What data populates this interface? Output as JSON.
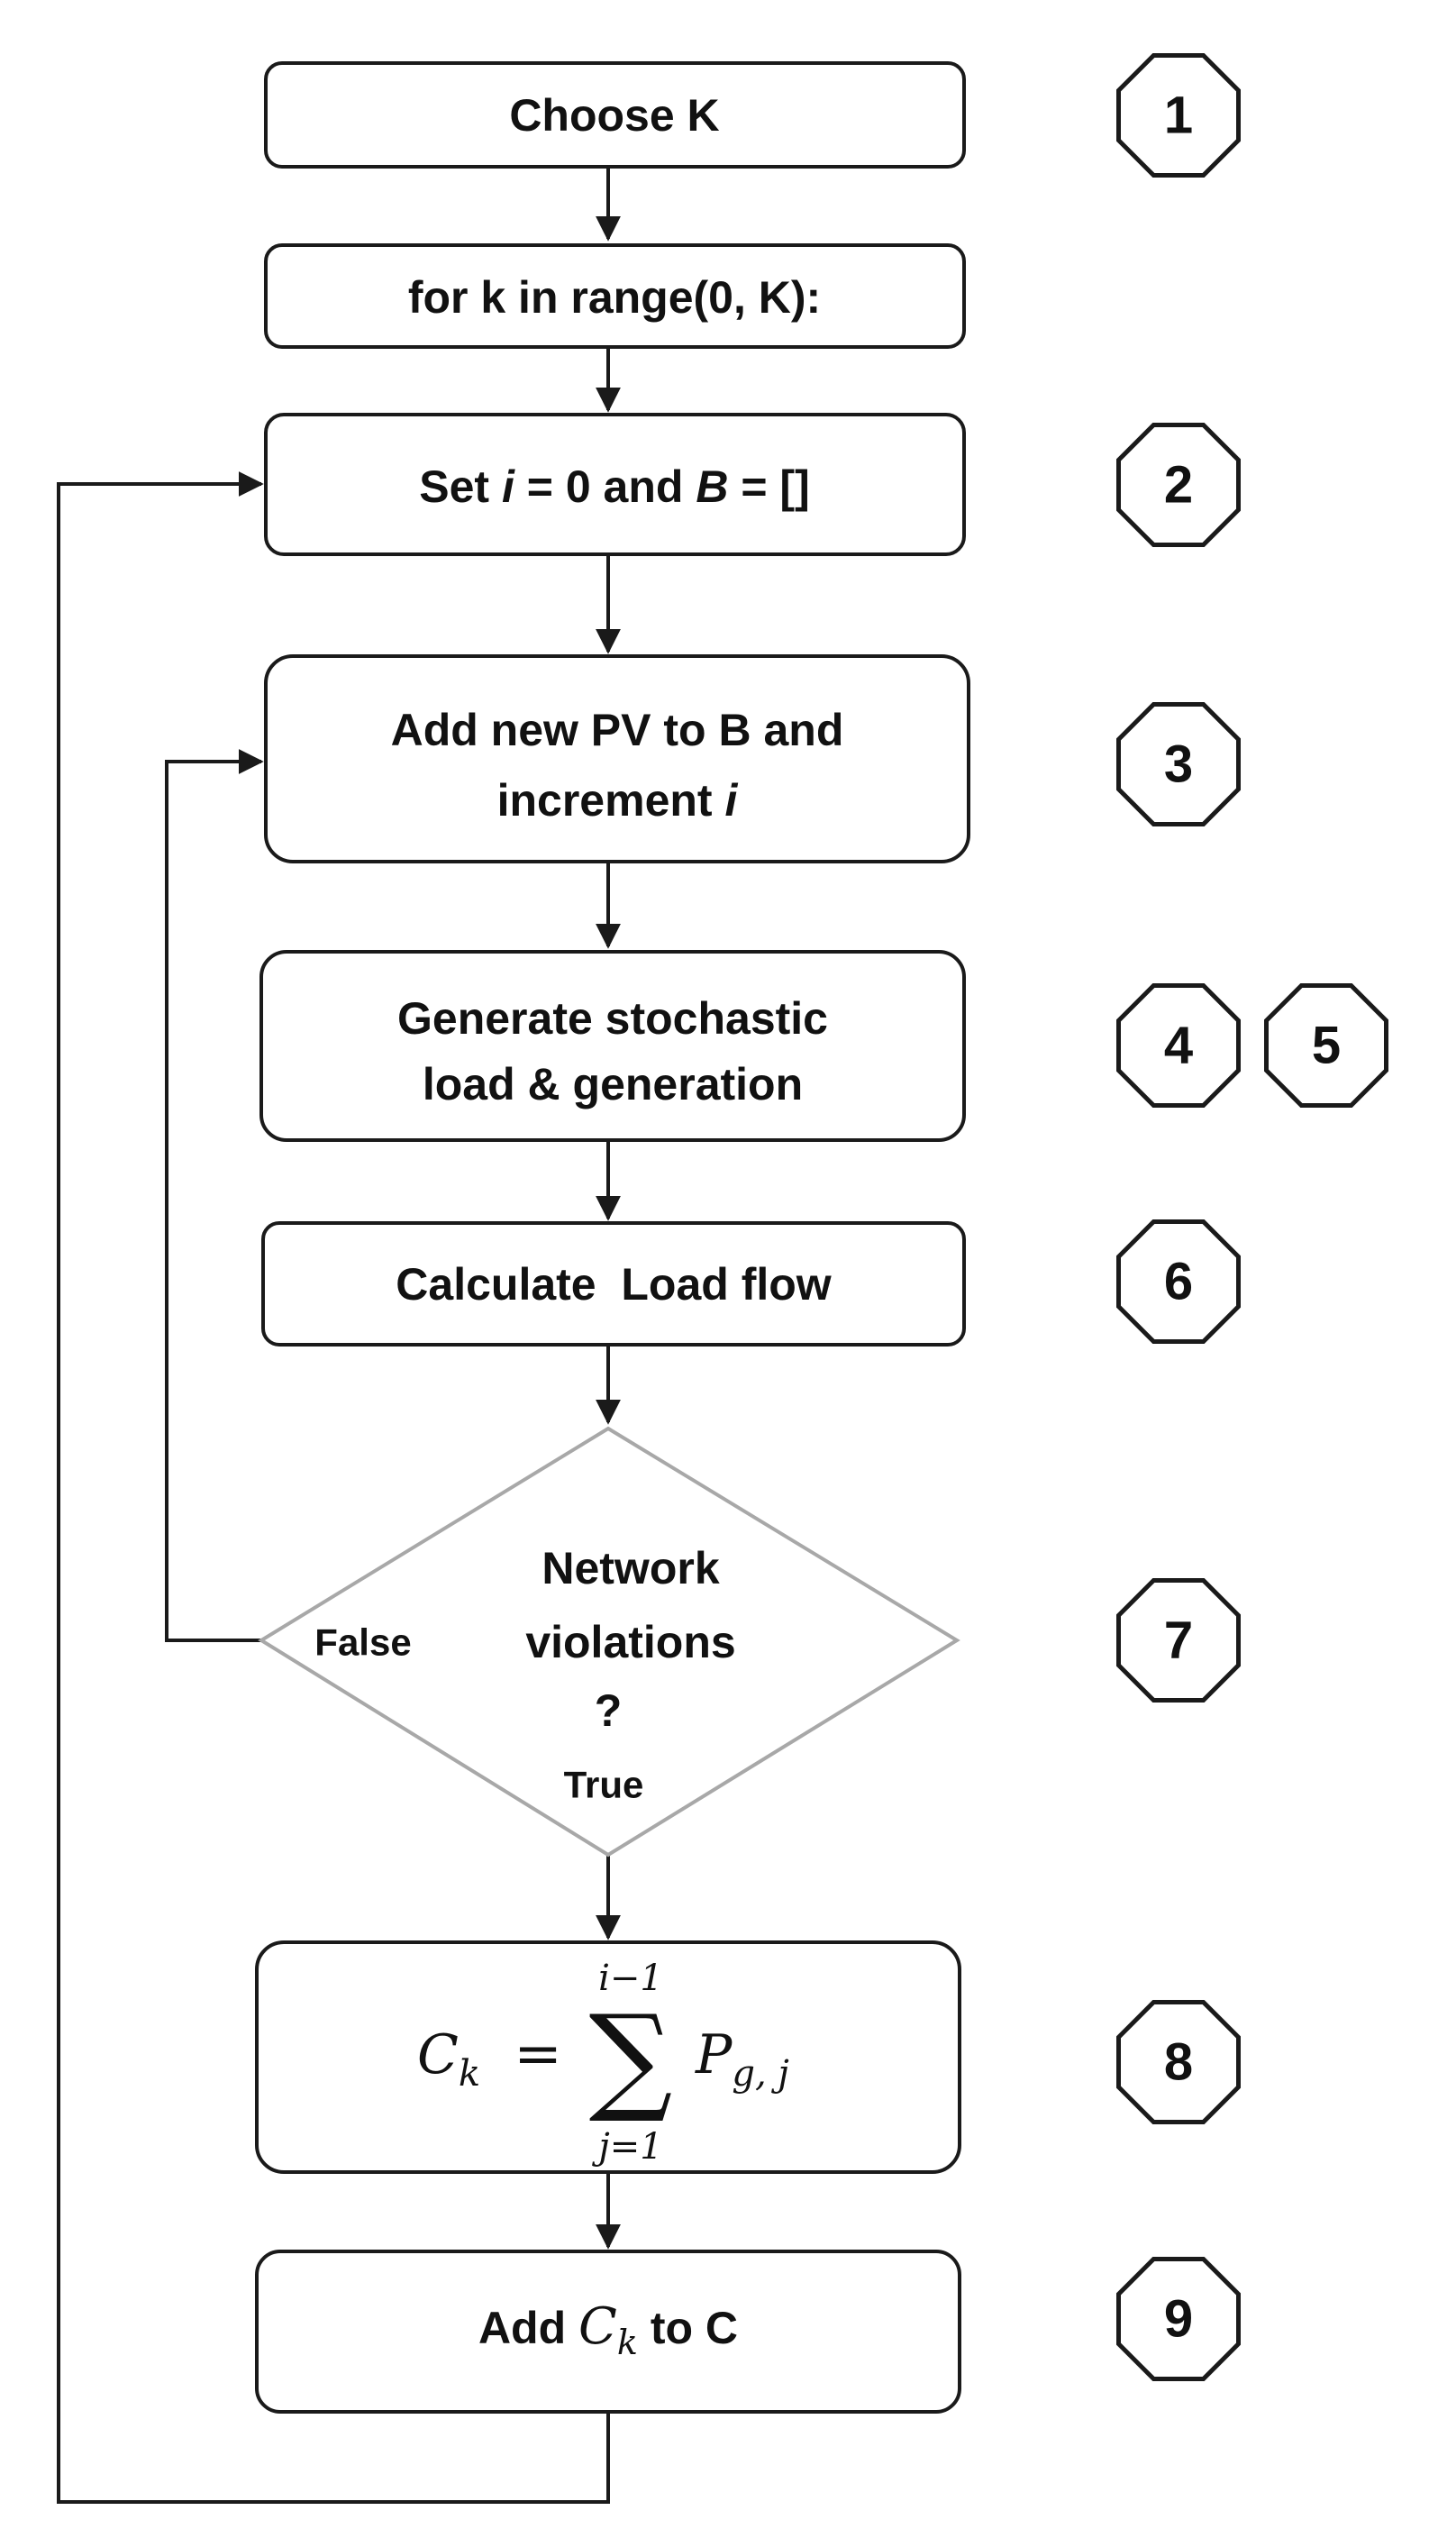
{
  "flowchart": {
    "steps": {
      "choose_k": "Choose K",
      "for_loop": "for k in range(0, K):",
      "set_init": {
        "prefix": "Set ",
        "var_i": "i",
        "mid": " = 0 and ",
        "var_b": "B",
        "suffix": " = []"
      },
      "add_pv": {
        "line1": "Add new PV to B and",
        "line2_prefix": "increment ",
        "line2_var": "i"
      },
      "generate": {
        "line1": "Generate stochastic",
        "line2": "load & generation"
      },
      "load_flow": "Calculate  Load flow",
      "decision": {
        "line1": "Network",
        "line2": "violations",
        "line3": "?"
      },
      "sum_formula": {
        "lhs": "C",
        "lhs_sub": "k",
        "equals": "=",
        "sigma": "∑",
        "upper": "i−1",
        "lower": "j=1",
        "term": "P",
        "term_sub": "g, j"
      },
      "add_ck": {
        "prefix": "Add ",
        "var": "C",
        "var_sub": "k",
        "suffix": " to C"
      }
    },
    "branches": {
      "false_label": "False",
      "true_label": "True"
    },
    "markers": [
      "1",
      "2",
      "3",
      "4",
      "5",
      "6",
      "7",
      "8",
      "9"
    ]
  }
}
